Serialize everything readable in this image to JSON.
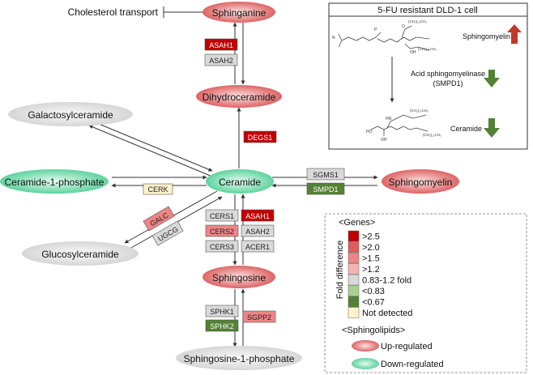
{
  "nodes": {
    "sphinganine": "Sphinganine",
    "dihydroceramide": "Dihydroceramide",
    "ceramide": "Ceramide",
    "galactosylceramide": "Galactosylceramide",
    "ceramide_1_phosphate": "Ceramide-1-phosphate",
    "glucosylceramide": "Glucosylceramide",
    "sphingomyelin": "Sphingomyelin",
    "sphingosine": "Sphingosine",
    "sphingosine_1_phosphate": "Sphingosine-1-phosphate",
    "cholesterol_transport": "Cholesterol transport"
  },
  "genes": {
    "asah1_top": "ASAH1",
    "asah2_top": "ASAH2",
    "degs1": "DEGS1",
    "cerk": "CERK",
    "sgms1": "SGMS1",
    "smpd1": "SMPD1",
    "galc": "GALC",
    "ugcg": "UGCG",
    "cers1": "CERS1",
    "asah1_mid": "ASAH1",
    "cers2": "CERS2",
    "asah2_mid": "ASAH2",
    "cers3": "CERS3",
    "acer1": "ACER1",
    "sphk1": "SPHK1",
    "sgpp2": "SGPP2",
    "sphk2": "SPHK2"
  },
  "inset": {
    "title": "5-FU resistant DLD-1 cell",
    "sphingomyelin_label": "Sphingomyelin",
    "enzyme_line1": "Acid sphingomyelinase",
    "enzyme_line2": "(SMPD1)",
    "ceramide_label": "Ceramide",
    "chem": {
      "nme3": "N",
      "amine_chain_top": "(CH₂)₁₄CH₃",
      "amine_chain_bottom": "(CH₂)₁₂CH₃",
      "oh": "OH",
      "hn": "HN",
      "o": "O",
      "p": "P",
      "ho": "HO"
    }
  },
  "legend": {
    "genes_header": "<Genes>",
    "fold_label": "Fold difference",
    "items": [
      {
        "label": ">2.5",
        "color": "#c00000"
      },
      {
        "label": ">2.0",
        "color": "#e25a5a"
      },
      {
        "label": ">1.5",
        "color": "#ee8585"
      },
      {
        "label": ">1.2",
        "color": "#f4b4b4"
      },
      {
        "label": "0.83-1.2 fold",
        "color": "#d9d9d9"
      },
      {
        "label": "<0.83",
        "color": "#a9d18e"
      },
      {
        "label": "<0.67",
        "color": "#548235"
      },
      {
        "label": "Not detected",
        "color": "#fff2cc"
      }
    ],
    "sphingolipids_header": "<Sphingolipids>",
    "up_label": "Up-regulated",
    "down_label": "Down-regulated"
  },
  "colors": {
    "up_node": "#e06a6a",
    "down_node": "#6ed6a6",
    "neutral_node": "#dcdcdc",
    "arrow_up": "#c0392b",
    "arrow_down": "#548235"
  }
}
